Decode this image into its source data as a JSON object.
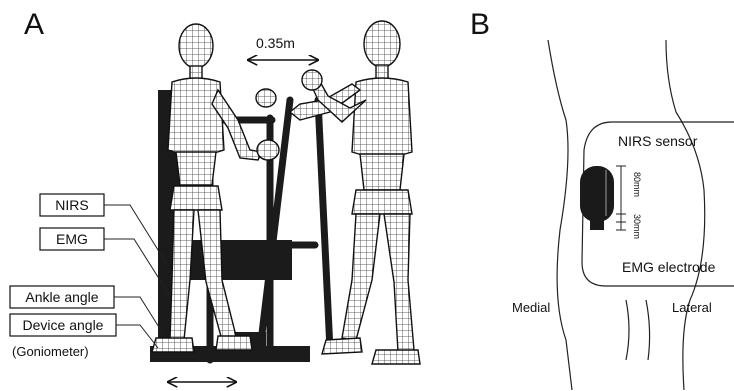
{
  "panels": {
    "a": {
      "letter": "A",
      "distance_label": "0.35m",
      "labels": {
        "nirs": "NIRS",
        "emg": "EMG",
        "ankle_angle": "Ankle angle",
        "device_angle": "Device angle",
        "goniometer": "(Goniometer)"
      }
    },
    "b": {
      "letter": "B",
      "nirs_sensor": "NIRS sensor",
      "emg_electrode": "EMG electrode",
      "medial": "Medial",
      "lateral": "Lateral",
      "dim_80mm": "80mm",
      "dim_30mm": "30mm"
    }
  }
}
